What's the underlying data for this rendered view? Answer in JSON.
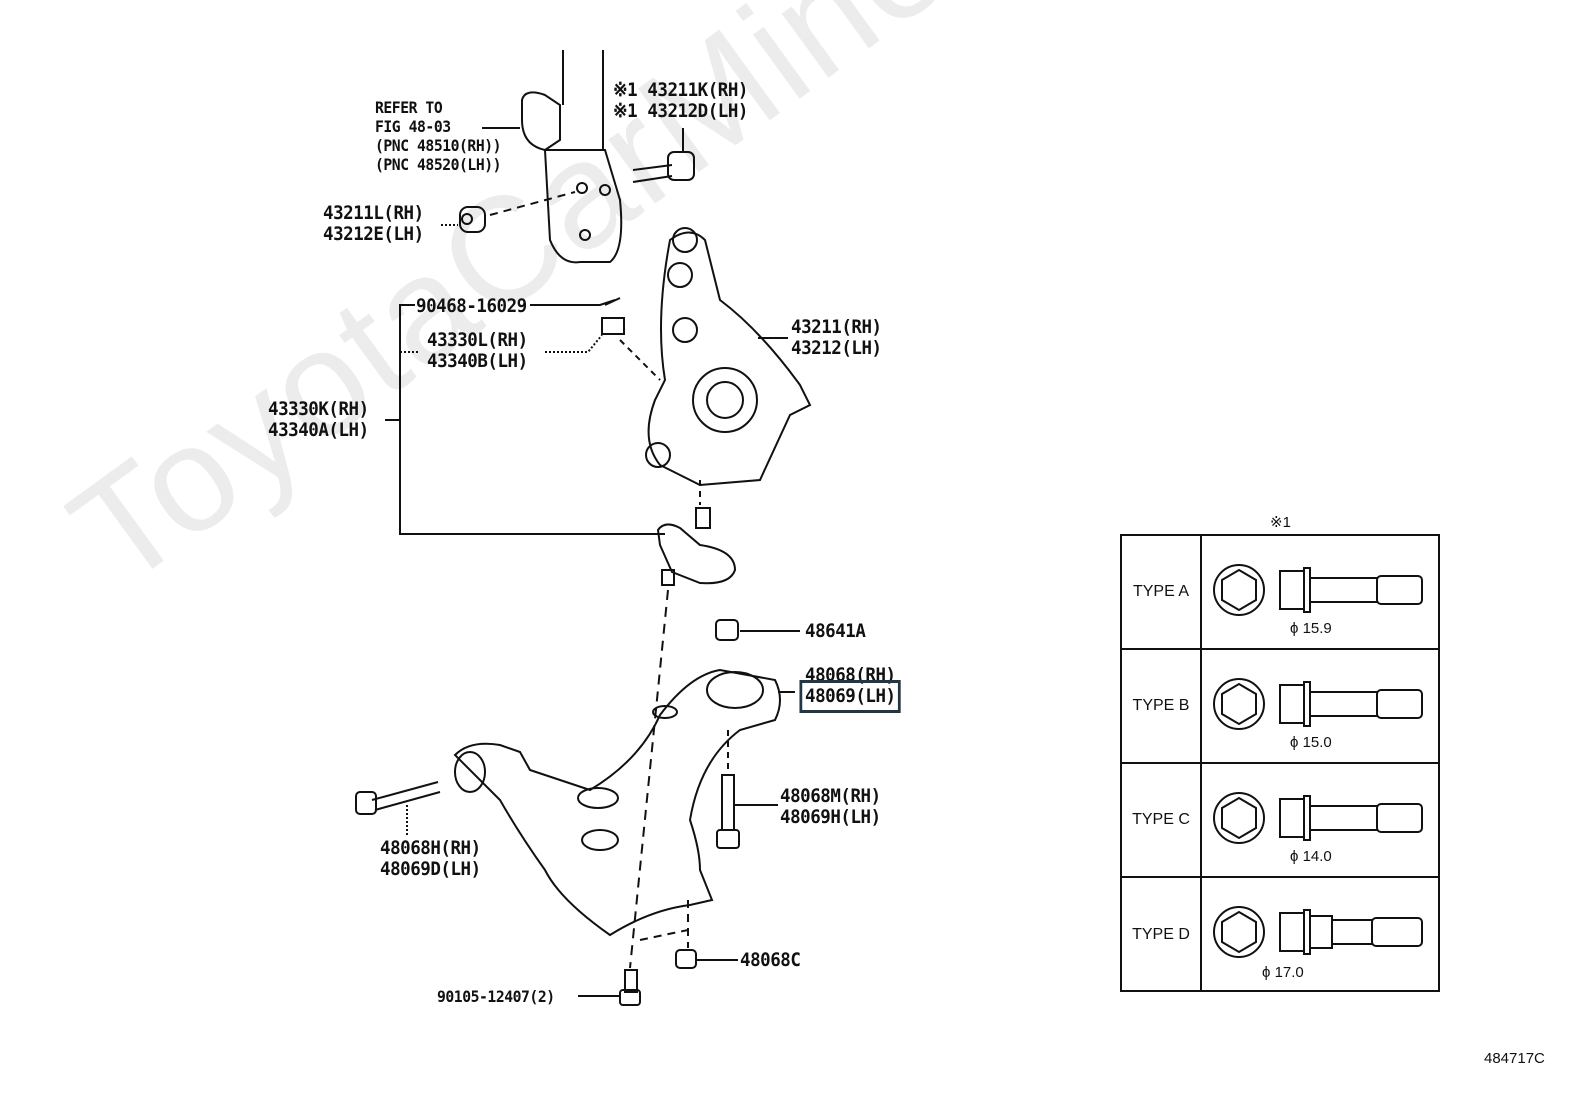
{
  "watermark": "ToyotaCarMine.ru",
  "figure_code": "484717C",
  "labels": {
    "refer": [
      "REFER TO",
      "FIG 48-03",
      "(PNC 48510(RH))",
      "(PNC 48520(LH))"
    ],
    "bolt_43211K": [
      "※1 43211K(RH)",
      "※1 43212D(LH)"
    ],
    "nut_43211L": [
      "43211L(RH)",
      "43212E(LH)"
    ],
    "pin_90468": "90468-16029",
    "nut_43330L": [
      "43330L(RH)",
      "43340B(LH)"
    ],
    "balljoint_43330K": [
      "43330K(RH)",
      "43340A(LH)"
    ],
    "knuckle_43211": [
      "43211(RH)",
      "43212(LH)"
    ],
    "nut_48641A": "48641A",
    "arm_48068": [
      "48068(RH)",
      "48069(LH)"
    ],
    "bolt_48068M": [
      "48068M(RH)",
      "48069H(LH)"
    ],
    "bolt_48068H": [
      "48068H(RH)",
      "48069D(LH)"
    ],
    "nut_48068C": "48068C",
    "bolt_90105": "90105-12407(2)"
  },
  "table": {
    "mark": "※1",
    "rows": [
      {
        "type": "TYPE A",
        "diameter": "ϕ 15.9"
      },
      {
        "type": "TYPE B",
        "diameter": "ϕ 15.0"
      },
      {
        "type": "TYPE C",
        "diameter": "ϕ 14.0"
      },
      {
        "type": "TYPE D",
        "diameter": "ϕ 17.0"
      }
    ]
  }
}
